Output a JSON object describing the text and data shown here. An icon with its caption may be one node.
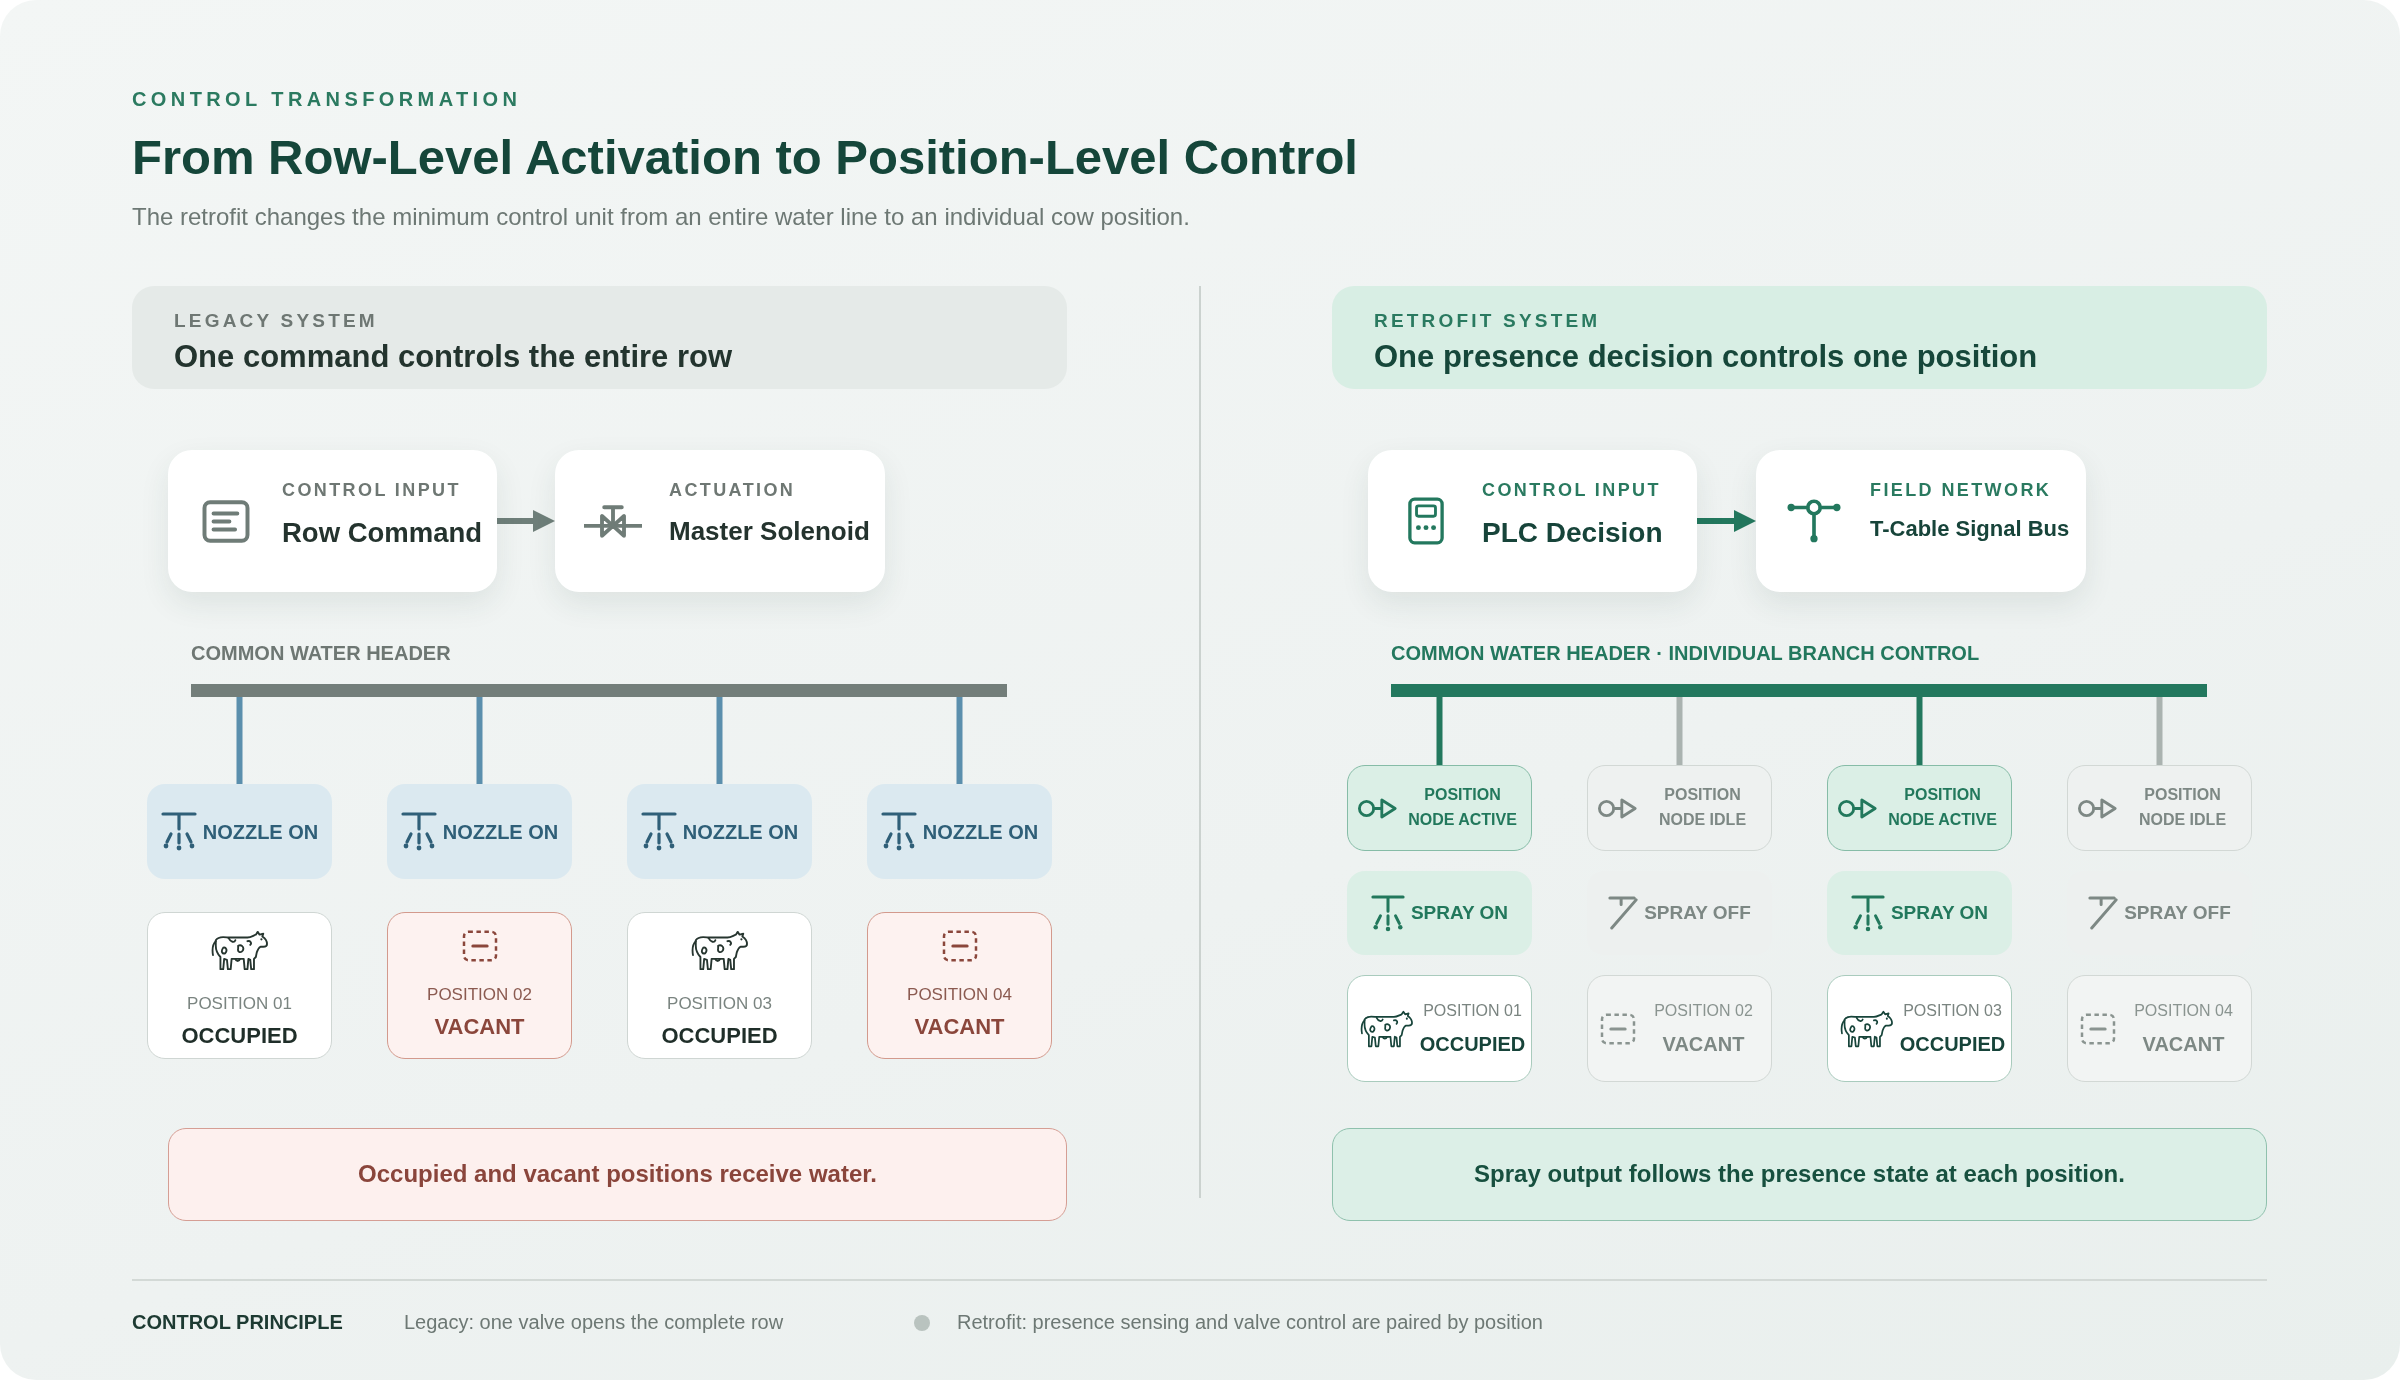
{
  "diagram": {
    "title": "From Row-Level Activation to Position-Level Control",
    "nodes": [
      {
        "text": [
          "LEGACY SYSTEM",
          "One command controls the entire row"
        ]
      },
      {
        "text": [
          "CONTROL INPUT",
          "Row Command"
        ]
      },
      {
        "text": [
          "ACTUATION",
          "Master Solenoid"
        ]
      },
      {
        "text": [
          "COMMON WATER HEADER"
        ]
      },
      {
        "text": [
          "NOZZLE ON"
        ]
      },
      {
        "text": [
          "NOZZLE ON"
        ]
      },
      {
        "text": [
          "NOZZLE ON"
        ]
      },
      {
        "text": [
          "NOZZLE ON"
        ]
      },
      {
        "text": [
          "POSITION 01",
          "OCCUPIED"
        ]
      },
      {
        "text": [
          "POSITION 02",
          "VACANT"
        ]
      },
      {
        "text": [
          "POSITION 03",
          "OCCUPIED"
        ]
      },
      {
        "text": [
          "POSITION 04",
          "VACANT"
        ]
      },
      {
        "text": [
          "Occupied and vacant positions receive water."
        ]
      },
      {
        "text": [
          "RETROFIT SYSTEM",
          "One presence decision controls one position"
        ]
      },
      {
        "text": [
          "CONTROL INPUT",
          "PLC Decision"
        ]
      },
      {
        "text": [
          "FIELD NETWORK",
          "T-Cable Signal Bus"
        ]
      },
      {
        "text": [
          "COMMON WATER HEADER · INDIVIDUAL BRANCH CONTROL"
        ]
      },
      {
        "text": [
          "POSITION NODE ACTIVE"
        ]
      },
      {
        "text": [
          "POSITION NODE IDLE"
        ]
      },
      {
        "text": [
          "POSITION NODE ACTIVE"
        ]
      },
      {
        "text": [
          "POSITION NODE IDLE"
        ]
      },
      {
        "text": [
          "SPRAY ON"
        ]
      },
      {
        "text": [
          "SPRAY OFF"
        ]
      },
      {
        "text": [
          "SPRAY ON"
        ]
      },
      {
        "text": [
          "SPRAY OFF"
        ]
      },
      {
        "text": [
          "POSITION 01",
          "OCCUPIED"
        ]
      },
      {
        "text": [
          "POSITION 02",
          "VACANT"
        ]
      },
      {
        "text": [
          "POSITION 03",
          "OCCUPIED"
        ]
      },
      {
        "text": [
          "POSITION 04",
          "VACANT"
        ]
      },
      {
        "text": [
          "Spray output follows the presence state at each position."
        ]
      }
    ],
    "edges": [
      {
        "from": 1,
        "to": 2,
        "arrow": "to",
        "color": "#6f7f7a"
      },
      {
        "from": 3,
        "to": 4,
        "arrow": "none",
        "color": "#5b8fad"
      },
      {
        "from": 3,
        "to": 5,
        "arrow": "none",
        "color": "#5b8fad"
      },
      {
        "from": 3,
        "to": 6,
        "arrow": "none",
        "color": "#5b8fad"
      },
      {
        "from": 3,
        "to": 7,
        "arrow": "none",
        "color": "#5b8fad"
      },
      {
        "from": 14,
        "to": 15,
        "arrow": "to",
        "color": "#23785e"
      },
      {
        "from": 16,
        "to": 17,
        "arrow": "none",
        "color": "#23785e"
      },
      {
        "from": 16,
        "to": 18,
        "arrow": "none",
        "color": "#aab3b0"
      },
      {
        "from": 16,
        "to": 19,
        "arrow": "none",
        "color": "#23785e"
      },
      {
        "from": 16,
        "to": 20,
        "arrow": "none",
        "color": "#aab3b0"
      }
    ],
    "labels": [
      "CONTROL TRANSFORMATION",
      "The retrofit changes the minimum control unit from an entire water line to an individual cow position.",
      "CONTROL PRINCIPLE",
      "Legacy: one valve opens the complete row",
      "Retrofit: presence sensing and valve control are paired by position"
    ]
  }
}
